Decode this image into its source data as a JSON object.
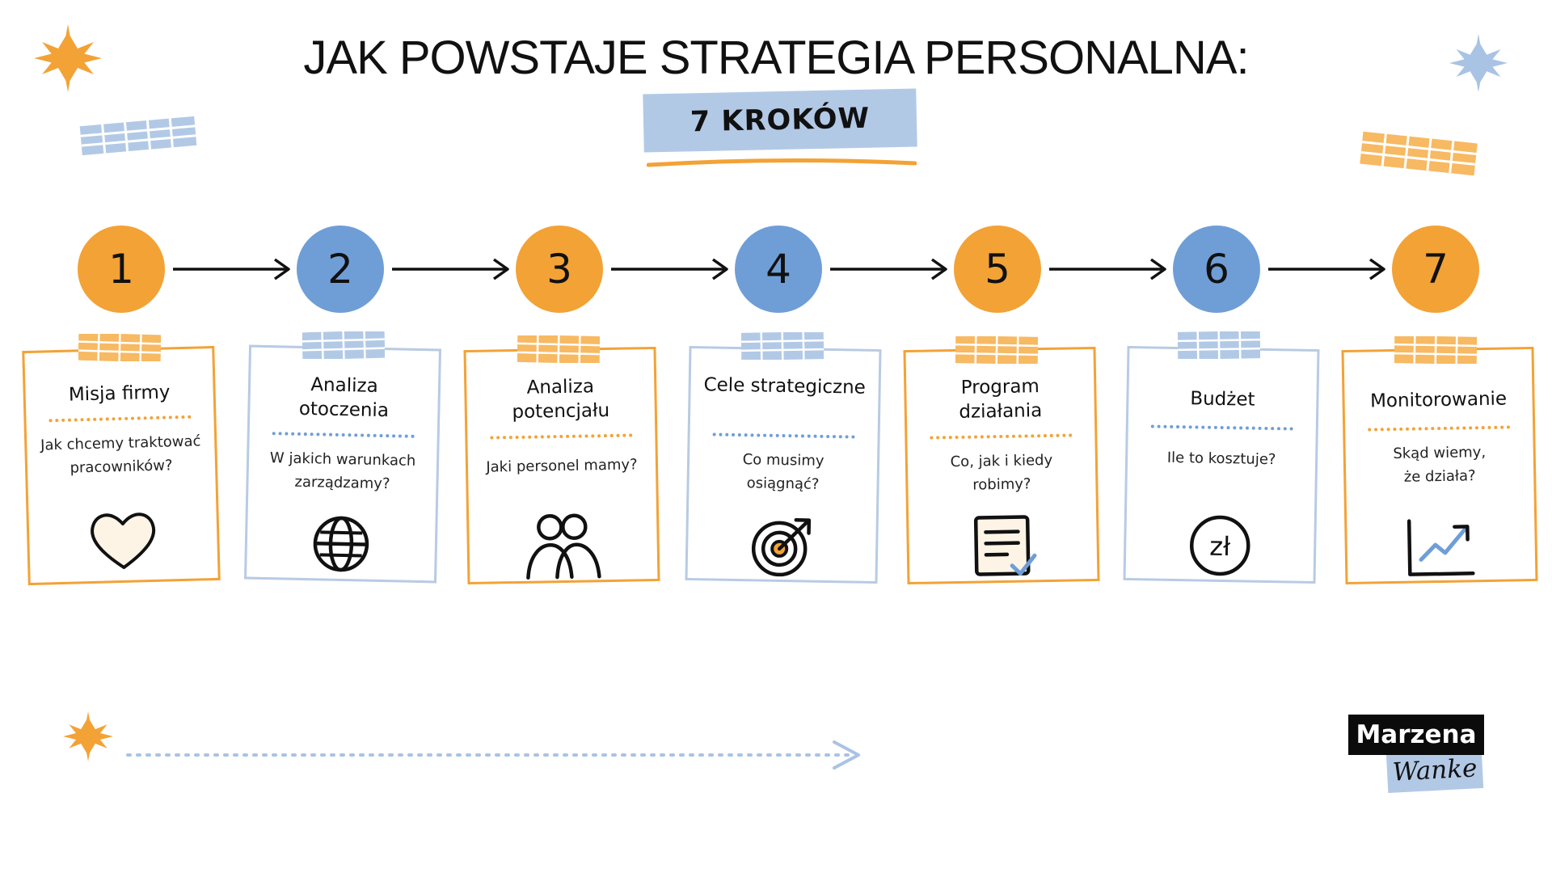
{
  "title": "JAK POWSTAJE STRATEGIA PERSONALNA:",
  "subtitle": "7 KROKÓW",
  "colors": {
    "orange": "#f3a236",
    "blue": "#6f9ed7",
    "light_blue": "#b2c9e6",
    "card_blue_border": "#b8cbe3",
    "dark": "#111111"
  },
  "steps": [
    {
      "number": "1",
      "title": "Misja firmy",
      "question": "Jak chcemy traktować pracowników?",
      "icon": "heart-icon",
      "color": "orange"
    },
    {
      "number": "2",
      "title": "Analiza otoczenia",
      "question": "W jakich warunkach zarządzamy?",
      "icon": "globe-icon",
      "color": "blue"
    },
    {
      "number": "3",
      "title": "Analiza potencjału",
      "question": "Jaki personel mamy?",
      "icon": "people-icon",
      "color": "orange"
    },
    {
      "number": "4",
      "title": "Cele strategiczne",
      "question": "Co musimy osiągnąć?",
      "icon": "target-icon",
      "color": "blue"
    },
    {
      "number": "5",
      "title": "Program działania",
      "question": "Co, jak i kiedy robimy?",
      "icon": "document-check-icon",
      "color": "orange"
    },
    {
      "number": "6",
      "title": "Budżet",
      "question": "Ile to kosztuje?",
      "icon": "coin-icon",
      "color": "blue"
    },
    {
      "number": "7",
      "title": "Monitorowanie",
      "question": "Skąd wiemy, że działa?",
      "icon": "trend-chart-icon",
      "color": "orange"
    }
  ],
  "budget_icon_text": "zł",
  "logo": {
    "line1": "Marzena",
    "line2": "Wanke"
  }
}
